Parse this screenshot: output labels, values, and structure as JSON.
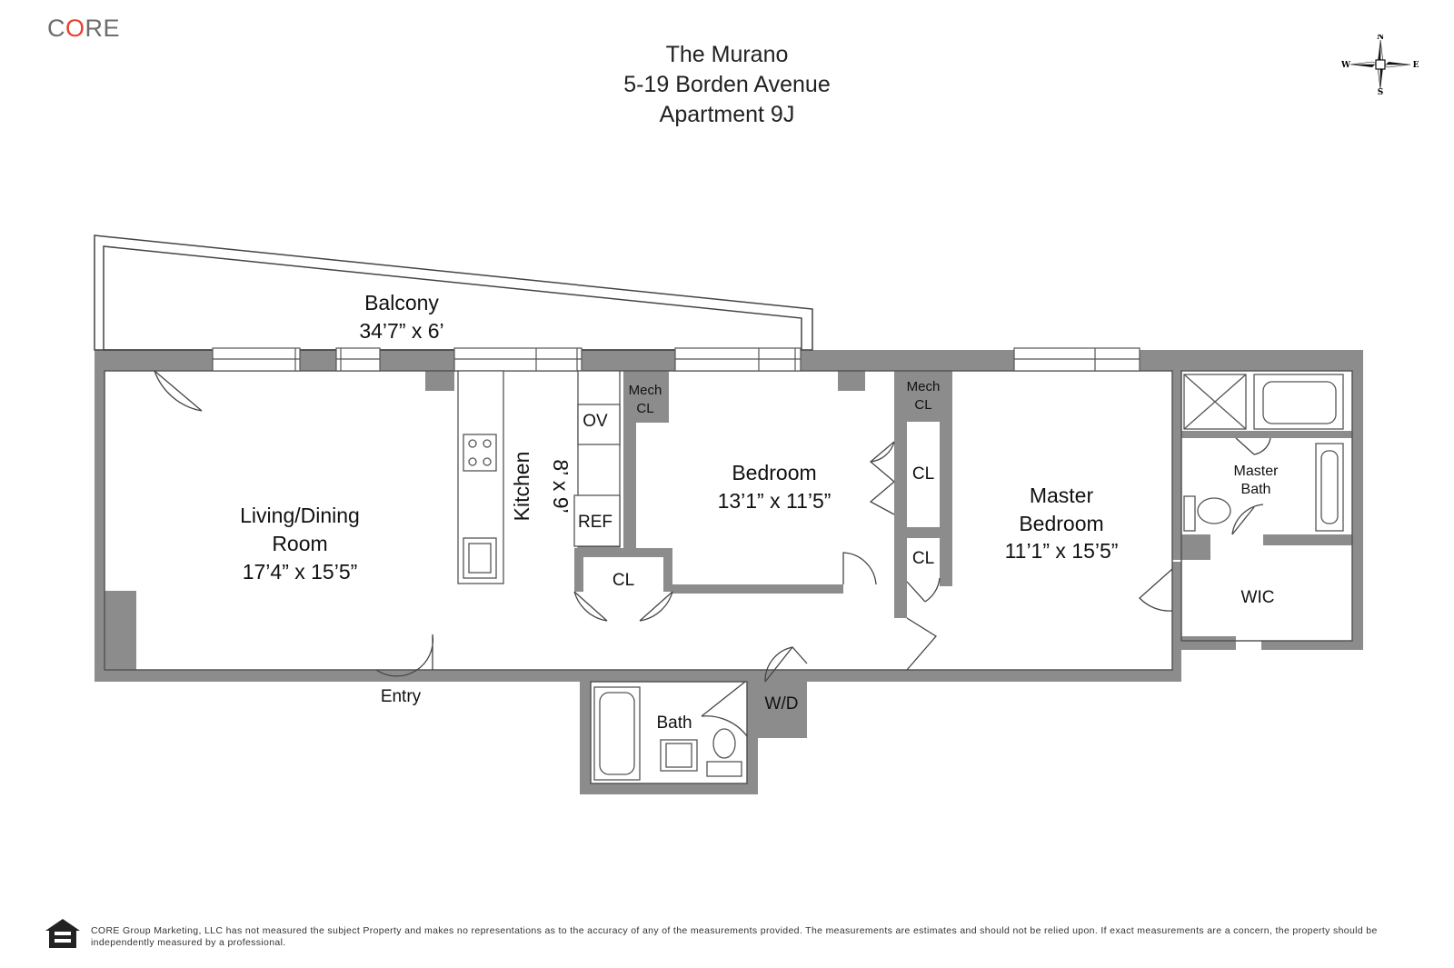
{
  "brand": {
    "logo_prefix": "C",
    "logo_accent": "O",
    "logo_suffix": "RE",
    "logo_color": "#6d6d6d",
    "accent_color": "#e8412c"
  },
  "header": {
    "building": "The Murano",
    "address": "5-19 Borden Avenue",
    "unit": "Apartment 9J"
  },
  "compass": {
    "n": "N",
    "s": "S",
    "e": "E",
    "w": "W"
  },
  "rooms": {
    "balcony": {
      "name": "Balcony",
      "dims": "34’7” x 6’"
    },
    "living": {
      "name1": "Living/Dining",
      "name2": "Room",
      "dims": "17’4” x 15’5”"
    },
    "kitchen": {
      "name": "Kitchen",
      "dims": "8’ x 9’"
    },
    "oven": "OV",
    "ref": "REF",
    "mech_cl_1": {
      "l1": "Mech",
      "l2": "CL"
    },
    "mech_cl_2": {
      "l1": "Mech",
      "l2": "CL"
    },
    "bedroom": {
      "name": "Bedroom",
      "dims": "13’1” x 11’5”"
    },
    "closet_bed": "CL",
    "closet_hall": "CL",
    "closet_kitchen": "CL",
    "master": {
      "name1": "Master",
      "name2": "Bedroom",
      "dims": "11’1” x 15’5”"
    },
    "master_bath": {
      "l1": "Master",
      "l2": "Bath"
    },
    "wic": "WIC",
    "entry": "Entry",
    "bath": "Bath",
    "wd": "W/D"
  },
  "colors": {
    "wall": "#8c8c8c",
    "line": "#555555"
  },
  "footer": {
    "disclaimer": "CORE Group Marketing, LLC has not measured the subject Property and makes no representations as to the accuracy of any of the measurements provided. The measurements are estimates and should not be relied upon. If exact measurements are a concern, the property should be independently measured by a professional."
  }
}
